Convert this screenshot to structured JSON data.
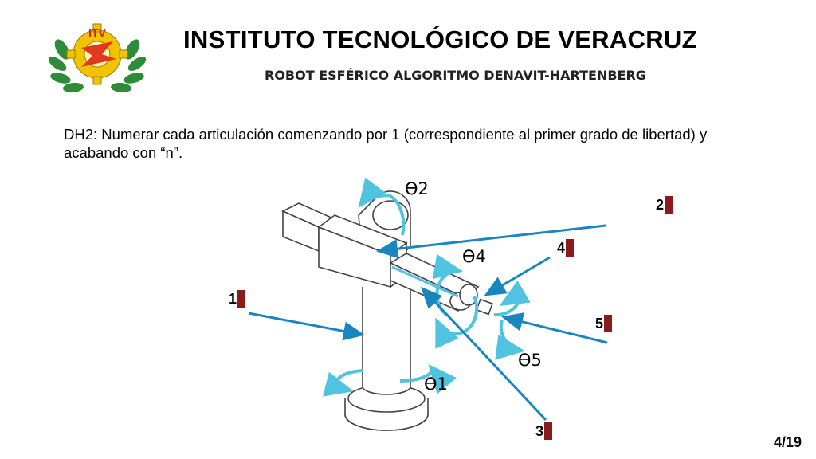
{
  "header": {
    "logo_text": "ITV",
    "title": "INSTITUTO  TECNOLÓGICO DE  VERACRUZ",
    "subtitle": "ROBOT ESFÉRICO ALGORITMO DENAVIT-HARTENBERG"
  },
  "content": {
    "paragraph": "DH2: Numerar cada articulación comenzando por 1 (correspondiente al primer grado de libertad) y acabando con “n”."
  },
  "diagram": {
    "labels": [
      "1",
      "2",
      "3",
      "4",
      "5"
    ],
    "angles": [
      "ϴ1",
      "ϴ2",
      "ϴ4",
      "ϴ5"
    ],
    "colors": {
      "arrow": "#1a86c0",
      "rotation": "#4fc3e0",
      "marker": "#8b1a1a",
      "outline": "#444444"
    }
  },
  "footer": {
    "page": "4/19"
  }
}
